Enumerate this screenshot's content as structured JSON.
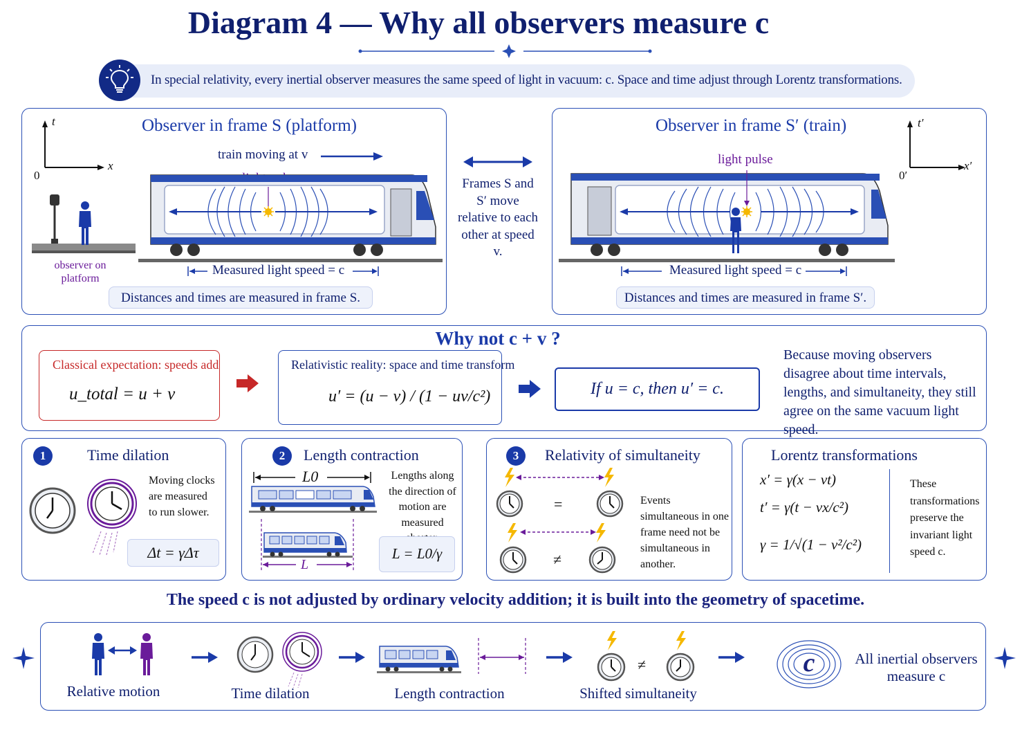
{
  "title": "Diagram 4 — Why all observers measure c",
  "intro": "In special relativity, every inertial observer measures the same speed of light in vacuum: c. Space and time adjust through Lorentz transformations.",
  "frame_s": {
    "title": "Observer in frame S (platform)",
    "axis_t": "t",
    "axis_x": "x",
    "origin": "0",
    "moving": "train moving at v",
    "pulse": "light pulse",
    "observer": "observer on platform",
    "measured": "Measured light speed = c",
    "note": "Distances and times are measured in frame S."
  },
  "middle": {
    "text": "Frames S and S′ move relative to each other at speed v."
  },
  "frame_sp": {
    "title": "Observer in frame S′ (train)",
    "axis_t": "t′",
    "axis_x": "x′",
    "origin": "0′",
    "pulse": "light pulse",
    "measured": "Measured light speed = c",
    "note": "Distances and times are measured in frame S′."
  },
  "why": {
    "title": "Why not c + v ?",
    "classical_label": "Classical expectation: speeds add",
    "classical_formula": "u_total = u + v",
    "rel_label": "Relativistic reality: space and time transform",
    "rel_formula": "u′ = (u − v) / (1 − uv/c²)",
    "result": "If u = c, then u′ = c.",
    "explanation": "Because moving observers disagree about time intervals, lengths, and simultaneity, they still agree on the same vacuum light speed."
  },
  "cards": {
    "time": {
      "num": "1",
      "title": "Time dilation",
      "desc": "Moving clocks are measured to run slower.",
      "formula": "Δt = γΔτ"
    },
    "length": {
      "num": "2",
      "title": "Length contraction",
      "desc": "Lengths along the direction of motion are measured shorter.",
      "L0": "L0",
      "L": "L",
      "formula": "L = L0/γ"
    },
    "simul": {
      "num": "3",
      "title": "Relativity of simultaneity",
      "desc": "Events simultaneous in one frame need not be simultaneous in another.",
      "eq": "=",
      "neq": "≠"
    },
    "lorentz": {
      "title": "Lorentz transformations",
      "f1": "x′ = γ(x − vt)",
      "f2": "t′ = γ(t − vx/c²)",
      "f3": "γ = 1/√(1 − v²/c²)",
      "desc": "These transformations preserve the invariant light speed c."
    }
  },
  "conclusion": "The speed c is not adjusted by ordinary velocity addition; it is built into the geometry of spacetime.",
  "flow": {
    "steps": [
      "Relative motion",
      "Time dilation",
      "Length contraction",
      "Shifted simultaneity"
    ],
    "final": "All inertial observers measure c",
    "c_symbol": "c",
    "neq": "≠"
  },
  "colors": {
    "navy": "#0f1f6e",
    "blue": "#2a4fb5",
    "purple": "#6a1b9a",
    "red": "#c62828",
    "yellow": "#f5b800"
  }
}
